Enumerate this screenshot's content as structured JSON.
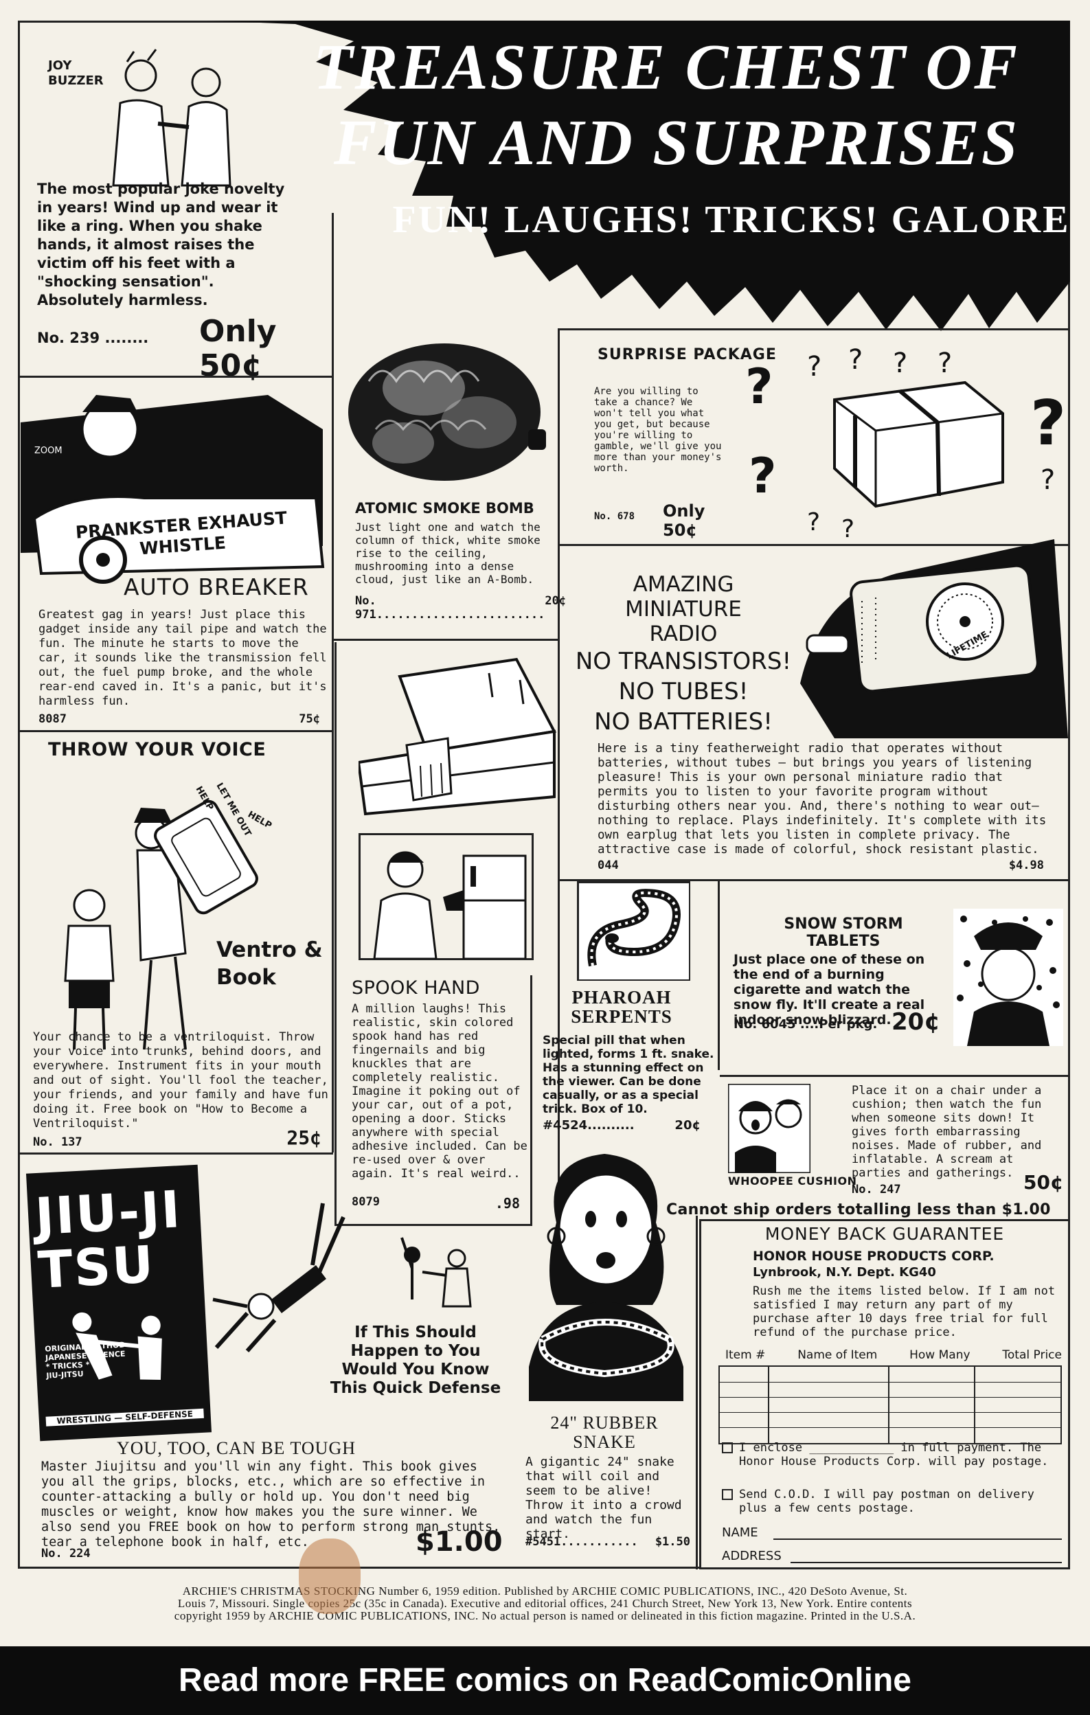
{
  "banner": {
    "line1": "TREASURE CHEST OF",
    "line2": "FUN AND SURPRISES",
    "tagline": "FUN! LAUGHS! TRICKS! GALORE"
  },
  "joy_buzzer": {
    "label": "JOY BUZZER",
    "text": "The most popular joke novelty in years! Wind up and wear it like a ring. When you shake hands, it almost raises the victim off his feet with a \"shocking sensation\". Absolutely harmless.",
    "number": "No. 239 ........",
    "price": "Only 50¢"
  },
  "auto_breaker": {
    "art_text": "PRANKSTER EXHAUST WHISTLE",
    "art_zoom": "ZOOM",
    "title": "AUTO BREAKER",
    "text": "Greatest gag in years! Just place this gadget inside any tail pipe and watch the fun. The minute he starts to move the car, it sounds like the transmission fell out, the fuel pump broke, and the whole rear-end caved in. It's a panic, but it's harmless fun.",
    "number": "8087",
    "price": "75¢"
  },
  "smoke_bomb": {
    "title": "ATOMIC SMOKE BOMB",
    "text": "Just light one and watch the column of thick, white smoke rise to the ceiling, mushrooming into a dense cloud, just like an A-Bomb.",
    "number": "No. 971........................",
    "price": "20¢"
  },
  "surprise_package": {
    "title": "SURPRISE PACKAGE",
    "text": "Are you willing to take a chance? We won't tell you what you get, but because you're willing to gamble, we'll give you more than your money's worth.",
    "number": "No. 678",
    "price": "Only 50¢"
  },
  "radio": {
    "title_1": "AMAZING MINIATURE",
    "title_2": "RADIO",
    "title_3": "NO TRANSISTORS!",
    "title_4": "NO TUBES!",
    "title_5": "NO BATTERIES!",
    "dial_label": "LIFETIME",
    "text": "Here is a tiny featherweight radio that operates without batteries, without tubes — but brings you years of listening pleasure! This is your own personal miniature radio that permits you to listen to your favorite program without disturbing others near you. And, there's nothing to wear out—nothing to replace. Plays indefinitely. It's complete with its own earplug that lets you listen in complete privacy. The attractive case is made of colorful, shock resistant plastic.",
    "number": "044",
    "price": "$4.98"
  },
  "throw_voice": {
    "title": "THROW YOUR VOICE",
    "art_help_1": "HELP",
    "art_help_2": "LET ME OUT",
    "art_help_3": "HELP",
    "product": "Ventro & Book",
    "text": "Your chance to be a ventriloquist. Throw your voice into trunks, behind doors, and everywhere. Instrument fits in your mouth and out of sight. You'll fool the teacher, your friends, and your family and have fun doing it. Free book on \"How to Become a Ventriloquist.\"",
    "number": "No. 137",
    "price": "25¢"
  },
  "spook_hand": {
    "title": "SPOOK HAND",
    "text": "A million laughs! This realistic, skin colored spook hand has red fingernails and big knuckles that are completely realistic. Imagine it poking out of your car, out of a pot, opening a door. Sticks anywhere with special adhesive included. Can be re-used over & over again. It's real weird..",
    "number": "8079",
    "price": ".98"
  },
  "pharoah": {
    "title": "PHAROAH SERPENTS",
    "text": "Special pill that when lighted, forms 1 ft. snake. Has a stunning effect on the viewer. Can be done casually, or as a special trick. Box of 10.",
    "number": "#4524..........",
    "price": "20¢"
  },
  "snow_storm": {
    "title": "SNOW STORM TABLETS",
    "text": "Just place one of these on the end of a burning cigarette and watch the snow fly. It'll create a real indoor snow blizzard.",
    "number": "No. 6045 ....Per pkg.",
    "price": "20¢"
  },
  "whoopee": {
    "label": "WHOOPEE CUSHION",
    "text": "Place it on a chair under a cushion; then watch the fun when someone sits down! It gives forth embarrassing noises. Made of rubber, and inflatable. A scream at parties and gatherings.",
    "number": "No. 247",
    "price": "50¢"
  },
  "jiujitsu": {
    "book_title": "JIU-JITSU",
    "book_sub": "WRESTLING — SELF-DEFENSE",
    "book_lines": [
      "ORIGINAL METHOD",
      "JAPANESE SCIENCE",
      "* TRICKS *",
      "JIU-JITSU"
    ],
    "defense_caption": "If This Should Happen to You Would You Know This Quick Defense",
    "title": "YOU, TOO, CAN BE TOUGH",
    "text": "Master Jiujitsu and you'll win any fight. This book gives you all the grips, blocks, etc., which are so effective in counter-attacking a bully or hold up. You don't need big muscles or weight, know how makes you the sure winner. We also send you FREE book on how to perform strong man stunts, tear a telephone book in half, etc.",
    "number": "No. 224",
    "price": "$1.00"
  },
  "rubber_snake": {
    "title": "24\" RUBBER SNAKE",
    "text": "A gigantic 24\" snake that will coil and seem to be alive! Throw it into a crowd and watch the fun start.",
    "number": "#5451...........",
    "price": "$1.50"
  },
  "order_form": {
    "warning": "Cannot ship orders totalling less than $1.00",
    "guarantee": "MONEY BACK GUARANTEE",
    "company": "HONOR HOUSE PRODUCTS CORP.",
    "address": "Lynbrook, N.Y.  Dept. KG40",
    "terms": "Rush me the items listed below. If I am not satisfied I may return any part of my purchase after 10 days free trial for full refund of the purchase price.",
    "columns": [
      "Item #",
      "Name of Item",
      "How Many",
      "Total Price"
    ],
    "option_1": "I enclose ____________ in full payment. The Honor House Products Corp. will pay postage.",
    "option_2": "Send C.O.D. I will pay postman on delivery plus a few cents postage.",
    "name_label": "NAME",
    "address_label": "ADDRESS"
  },
  "publication": {
    "line1": "ARCHIE'S CHRISTMAS STOCKING Number 6, 1959 edition. Published by ARCHIE COMIC PUBLICATIONS, INC., 420 DeSoto Avenue, St.",
    "line2": "Louis 7, Missouri. Single copies 25c (35c in Canada). Executive and editorial offices, 241 Church Street, New York 13, New York. Entire contents",
    "line3": "copyright 1959 by ARCHIE COMIC PUBLICATIONS, INC. No actual person is named or delineated in this fiction magazine. Printed in the U.S.A."
  },
  "footer": {
    "text": "Read more FREE comics on ReadComicOnline"
  }
}
